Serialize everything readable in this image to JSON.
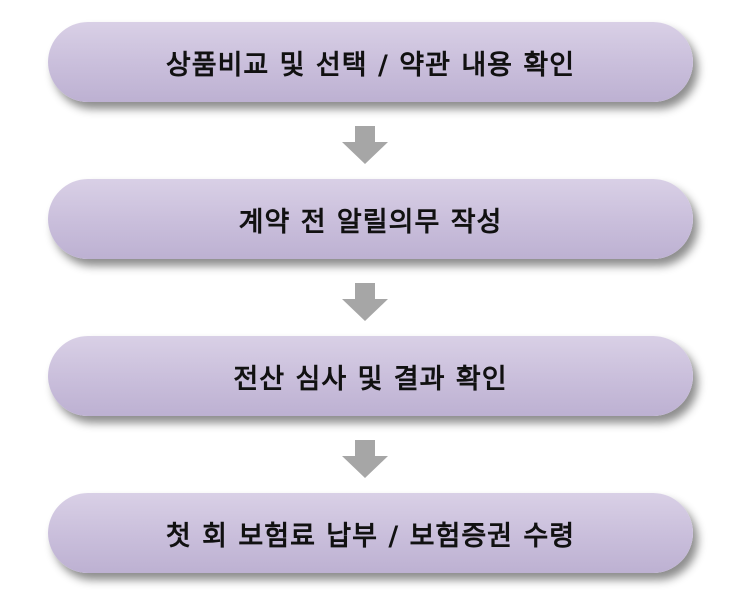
{
  "flow": {
    "steps": [
      {
        "label": "상품비교 및 선택 / 약관 내용 확인"
      },
      {
        "label": "계약 전 알릴의무 작성"
      },
      {
        "label": "전산 심사 및 결과 확인"
      },
      {
        "label": "첫 회 보험료 납부 / 보험증권 수령"
      }
    ]
  },
  "colors": {
    "box_fill": "#c9bedb",
    "arrow_fill": "#a6a6a6",
    "text": "#111111"
  }
}
